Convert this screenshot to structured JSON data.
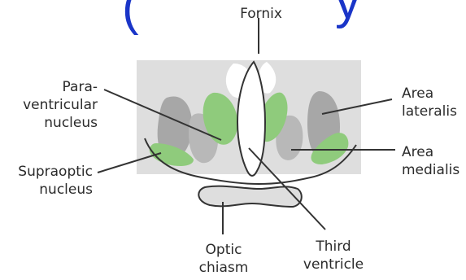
{
  "title_fragment": {
    "left": "(",
    "right": "y"
  },
  "labels": {
    "fornix": [
      "Fornix"
    ],
    "paraventricular": [
      "Para-",
      "ventricular",
      "nucleus"
    ],
    "supraoptic": [
      "Supraoptic",
      "nucleus"
    ],
    "area_lateralis": [
      "Area",
      "lateralis"
    ],
    "area_medialis": [
      "Area",
      "medialis"
    ],
    "optic_chiasm": [
      "Optic",
      "chiasm"
    ],
    "third_ventricle": [
      "Third",
      "ventricle"
    ]
  },
  "colors": {
    "title_blue": "#1a35c8",
    "background_block": "#dedede",
    "grey_nucleus": "#a7a7a7",
    "green_nucleus": "#8fcb7c",
    "outline": "#333333",
    "label_text": "#2b2b2b"
  }
}
